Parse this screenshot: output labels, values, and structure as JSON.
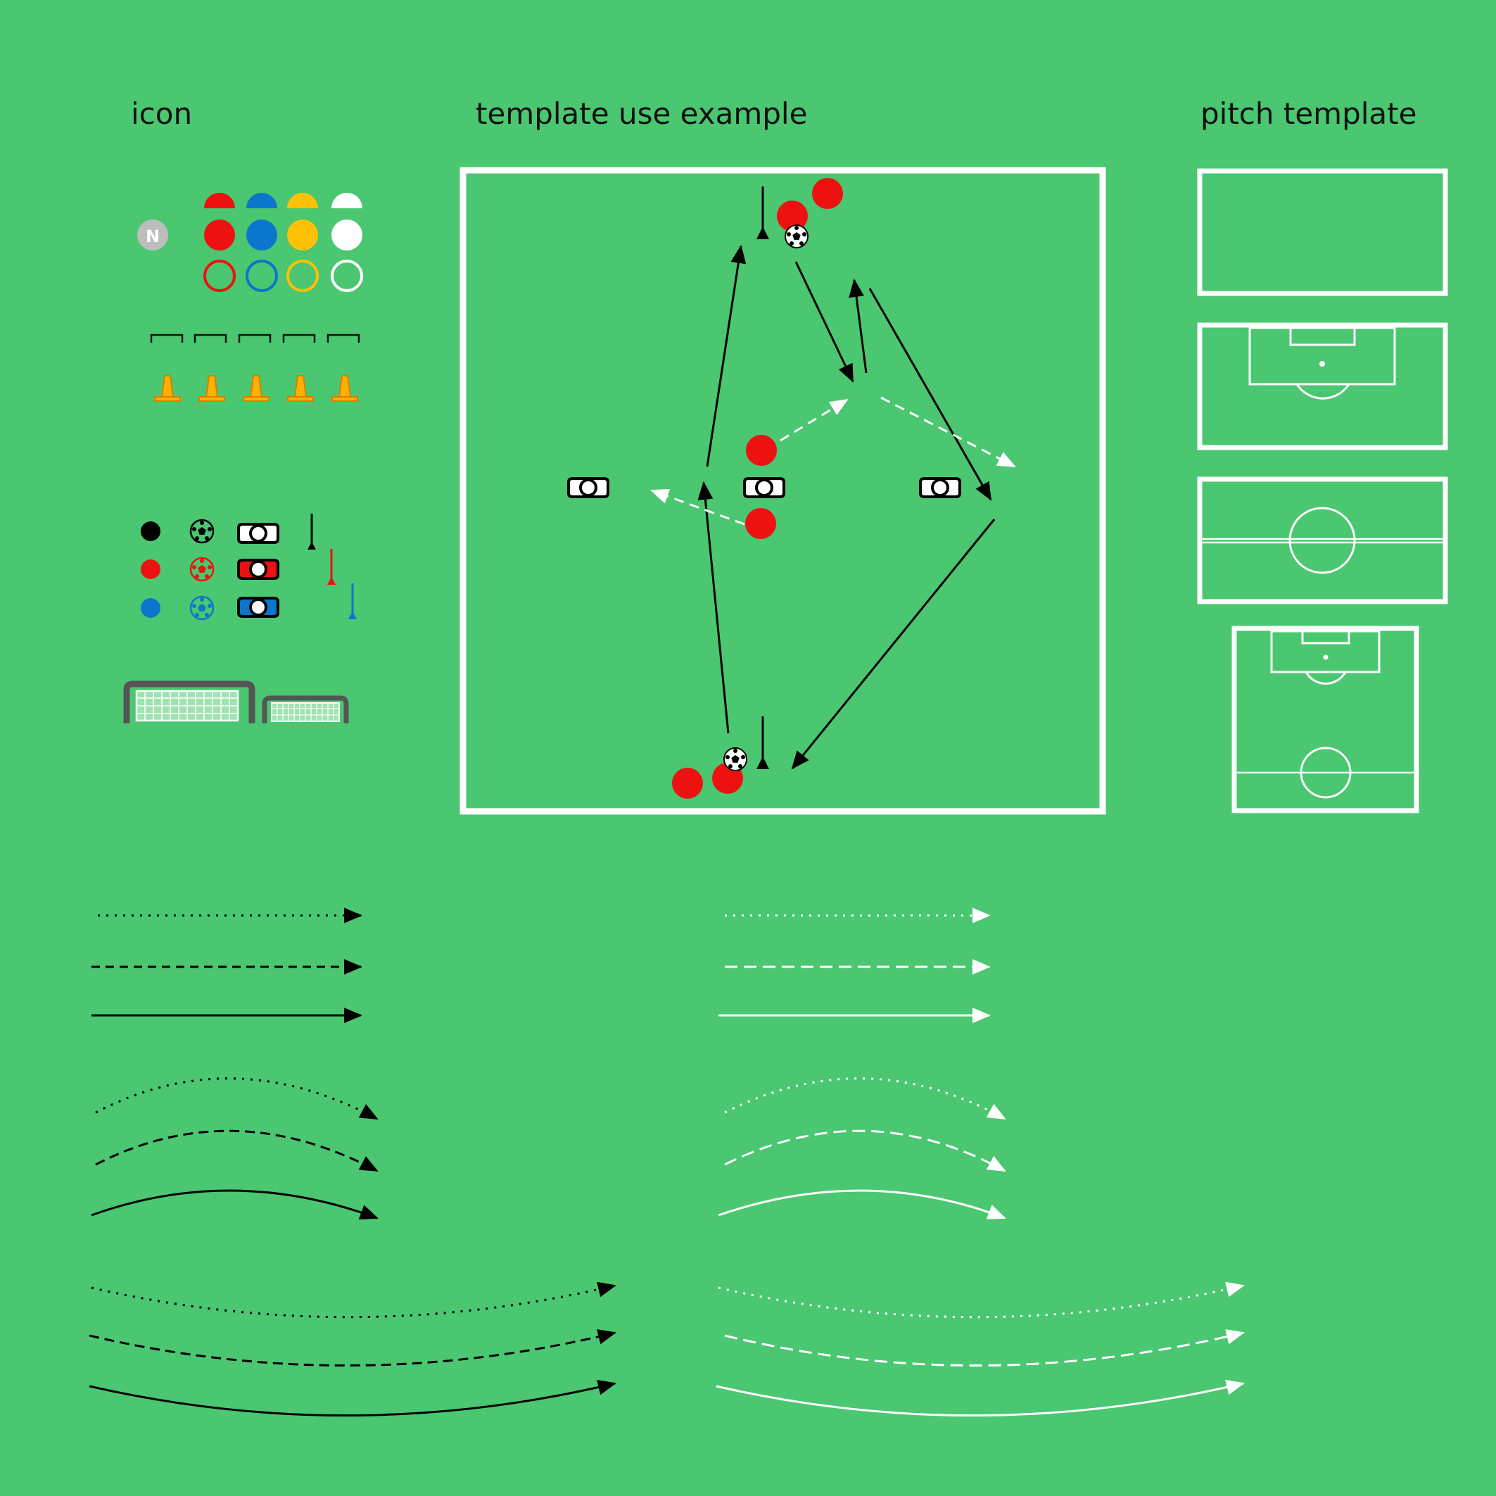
{
  "headings": {
    "icon": "icon",
    "example": "template use example",
    "pitch": "pitch template"
  },
  "icons": {
    "north_badge_label": "N",
    "marker_colors": [
      "#ee1111",
      "#0b77cc",
      "#ffc107",
      "#ffffff"
    ],
    "player_colors": [
      "#000000",
      "#ee1111",
      "#0b77cc"
    ],
    "cone_color": "#ffb000",
    "pole_colors": [
      "#000000",
      "#ee1111",
      "#0b77cc"
    ]
  },
  "colors": {
    "background": "#4ac770",
    "line_white": "#ffffff",
    "ink_black": "#000000",
    "player_red": "#ee1111"
  },
  "arrow_styles": [
    "dotted",
    "dashed",
    "solid"
  ],
  "arrow_colors": [
    "black",
    "white"
  ],
  "arrow_shapes": [
    "straight",
    "curved",
    "long-curved"
  ],
  "pitch_templates": [
    "plain-rectangle",
    "half-pitch-with-box",
    "center-circle-halfway",
    "vertical-half-pitch"
  ]
}
